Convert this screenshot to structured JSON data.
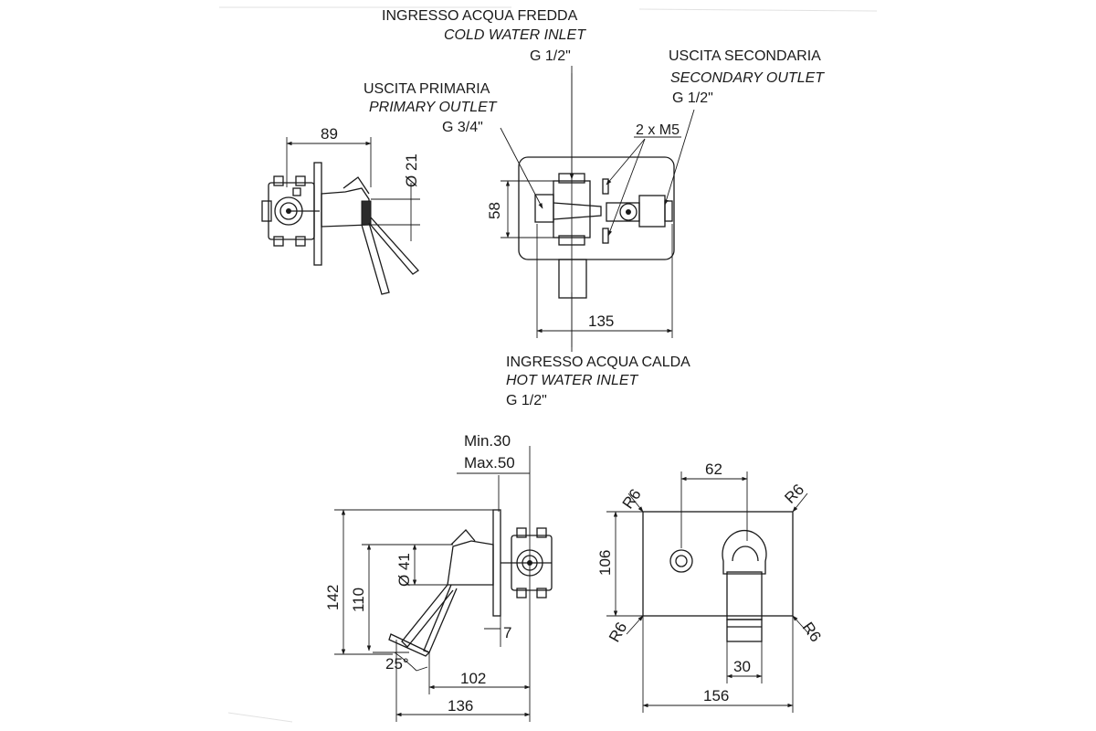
{
  "labels": {
    "cold_inlet": {
      "it": "INGRESSO ACQUA FREDDA",
      "en": "COLD WATER INLET",
      "size": "G 1/2\""
    },
    "primary_outlet": {
      "it": "USCITA PRIMARIA",
      "en": "PRIMARY OUTLET",
      "size": "G 3/4\""
    },
    "secondary_outlet": {
      "it": "USCITA SECONDARIA",
      "en": "SECONDARY OUTLET",
      "size": "G 1/2\""
    },
    "hot_inlet": {
      "it": "INGRESSO ACQUA CALDA",
      "en": "HOT WATER INLET",
      "size": "G 1/2\""
    },
    "screws": "2 x M5"
  },
  "dimensions": {
    "top_view_depth": "89",
    "top_view_diameter": "Ø 21",
    "body_height": "58",
    "body_width": "135",
    "wall_min": "Min.30",
    "wall_max": "Max.50",
    "lever_diameter": "Ø 41",
    "side_height": "142",
    "side_inner_height": "110",
    "plate_thickness": "7",
    "lever_angle": "25°",
    "side_depth_inner": "102",
    "side_depth_total": "136",
    "front_spacing": "62",
    "front_height": "106",
    "corner_radius": "R6",
    "spout_width": "30",
    "plate_width": "156"
  }
}
